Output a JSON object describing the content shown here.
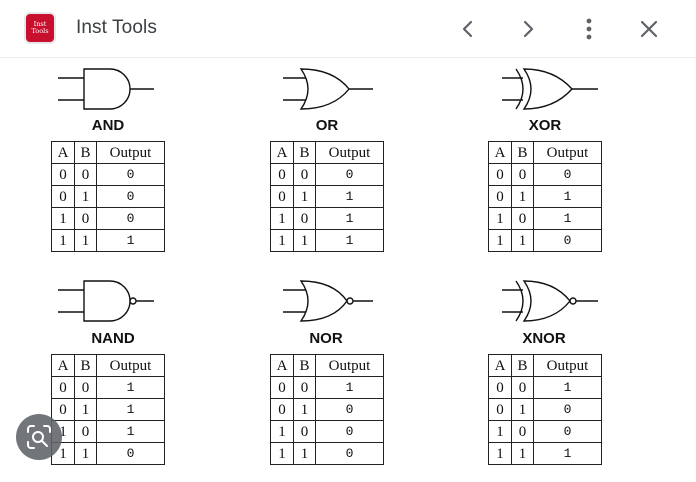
{
  "header": {
    "logo_text_line1": "Inst",
    "logo_text_line2": "Tools",
    "title": "Inst Tools",
    "icons": [
      "chevron-left-icon",
      "chevron-right-icon",
      "more-vert-icon",
      "close-icon"
    ]
  },
  "colors": {
    "logo_background": "#c8102e",
    "lens_button": "#5f6368"
  },
  "gates": [
    {
      "name": "AND",
      "headers": [
        "A",
        "B",
        "Output"
      ],
      "rows": [
        [
          "0",
          "0",
          "0"
        ],
        [
          "0",
          "1",
          "0"
        ],
        [
          "1",
          "0",
          "0"
        ],
        [
          "1",
          "1",
          "1"
        ]
      ]
    },
    {
      "name": "OR",
      "headers": [
        "A",
        "B",
        "Output"
      ],
      "rows": [
        [
          "0",
          "0",
          "0"
        ],
        [
          "0",
          "1",
          "1"
        ],
        [
          "1",
          "0",
          "1"
        ],
        [
          "1",
          "1",
          "1"
        ]
      ]
    },
    {
      "name": "XOR",
      "headers": [
        "A",
        "B",
        "Output"
      ],
      "rows": [
        [
          "0",
          "0",
          "0"
        ],
        [
          "0",
          "1",
          "1"
        ],
        [
          "1",
          "0",
          "1"
        ],
        [
          "1",
          "1",
          "0"
        ]
      ]
    },
    {
      "name": "NAND",
      "headers": [
        "A",
        "B",
        "Output"
      ],
      "rows": [
        [
          "0",
          "0",
          "1"
        ],
        [
          "0",
          "1",
          "1"
        ],
        [
          "1",
          "0",
          "1"
        ],
        [
          "1",
          "1",
          "0"
        ]
      ]
    },
    {
      "name": "NOR",
      "headers": [
        "A",
        "B",
        "Output"
      ],
      "rows": [
        [
          "0",
          "0",
          "1"
        ],
        [
          "0",
          "1",
          "0"
        ],
        [
          "1",
          "0",
          "0"
        ],
        [
          "1",
          "1",
          "0"
        ]
      ]
    },
    {
      "name": "XNOR",
      "headers": [
        "A",
        "B",
        "Output"
      ],
      "rows": [
        [
          "0",
          "0",
          "1"
        ],
        [
          "0",
          "1",
          "0"
        ],
        [
          "1",
          "0",
          "0"
        ],
        [
          "1",
          "1",
          "1"
        ]
      ]
    }
  ],
  "lens_button_icon": "camera-search-icon"
}
